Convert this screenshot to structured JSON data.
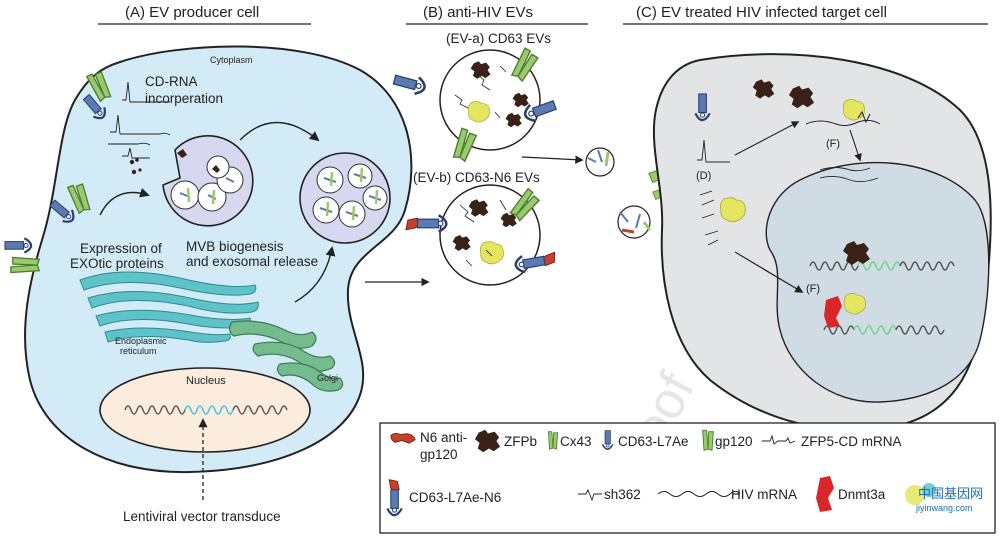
{
  "panels": {
    "a_title": "(A) EV producer cell",
    "b_title": "(B) anti-HIV EVs",
    "c_title": "(C) EV treated HIV infected target cell"
  },
  "producer_cell": {
    "cytoplasm": "Cytoplasm",
    "cd_rna_line1": "CD-RNA",
    "cd_rna_line2": "incorperation",
    "expression_line1": "Expression of",
    "expression_line2": "EXOtic proteins",
    "mvb_line1": "MVB biogenesis",
    "mvb_line2": "and exosomal release",
    "er_line1": "Endoplasmic",
    "er_line2": "reticulum",
    "golgi": "Golgi",
    "nucleus": "Nucleus",
    "lentiviral": "Lentiviral vector transduce"
  },
  "evs": {
    "ev_a": "(EV-a)  CD63 EVs",
    "ev_b": "(EV-b) CD63-N6 EVs"
  },
  "target_cell": {
    "d_label": "(D)",
    "f_label_top": "(F)",
    "f_label_nucleus": "(F)"
  },
  "legend": {
    "n6_line1": "N6 anti-",
    "n6_line2": "gp120",
    "zfpb": "ZFPb",
    "cx43": "Cx43",
    "cd63_l7ae": "CD63-L7Ae",
    "gp120": "gp120",
    "zfp5_mrna": "ZFP5-CD mRNA",
    "cd63_l7ae_n6": "CD63-L7Ae-N6",
    "sh362": "sh362",
    "hiv_mrna": "HIV mRNA",
    "dnmt": "Dnmt3a"
  },
  "watermark": {
    "proof": "proof",
    "site": "中国基因网",
    "url": "jiyinwang.com"
  },
  "colors": {
    "cell_blue": "#d3ebf7",
    "cell_gray": "#e3e4e6",
    "nucleus_gray": "#d0dce4",
    "mvb_purple": "#d5d8ef",
    "nucleus_peach": "#fcecdd",
    "zfp_brown": "#3a2118",
    "cx43_green": "#9acb6b",
    "cd63_blue": "#5b79b3",
    "n6_red": "#c4422b",
    "yellow": "#e4e65f",
    "er_teal": "#5ec3c8",
    "golgi_green": "#74bb8d",
    "dna_blue": "#4cc3e6",
    "dna_green": "#6cd383",
    "dnmt_red": "#d8262b"
  }
}
